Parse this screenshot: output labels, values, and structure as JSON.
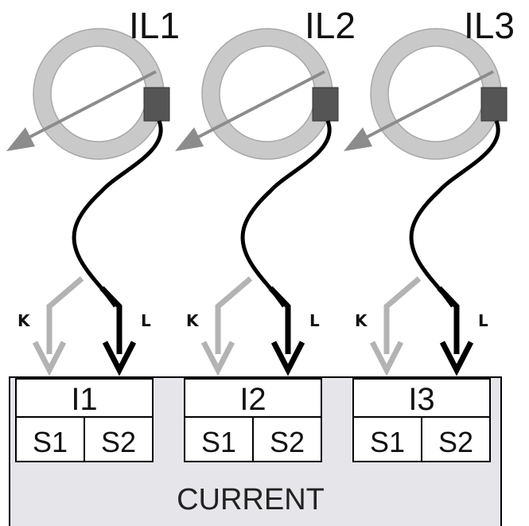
{
  "colors": {
    "ring": "#c9c9c9",
    "ring_edge": "#999999",
    "arrow": "#8c8c8c",
    "clip": "#555555",
    "lead_k": "#b3b3b3",
    "lead_l": "#000000",
    "panel": "#e6e6ea",
    "border": "#000000"
  },
  "sensors": [
    {
      "label": "IL1",
      "k_label": "K",
      "l_label": "L"
    },
    {
      "label": "IL2",
      "k_label": "K",
      "l_label": "L"
    },
    {
      "label": "IL3",
      "k_label": "K",
      "l_label": "L"
    }
  ],
  "terminals": [
    {
      "name": "I1",
      "pins": [
        "S1",
        "S2"
      ]
    },
    {
      "name": "I2",
      "pins": [
        "S1",
        "S2"
      ]
    },
    {
      "name": "I3",
      "pins": [
        "S1",
        "S2"
      ]
    }
  ],
  "block": {
    "label": "CURRENT"
  }
}
